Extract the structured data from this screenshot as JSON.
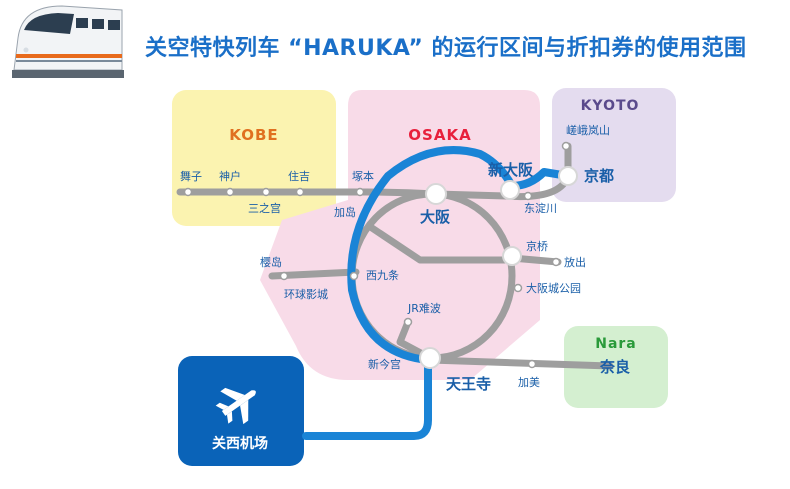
{
  "title": "关空特快列车 “HARUKA” 的运行区间与折扣券的使用范围",
  "regions": {
    "kobe": "KOBE",
    "osaka": "OSAKA",
    "kyoto": "KYOTO",
    "nara": "Nara"
  },
  "airport": {
    "label": "关西机场",
    "icon": "airplane-icon"
  },
  "stations": {
    "maiko": "舞子",
    "kobe": "神户",
    "sannomiya": "三之宫",
    "sumiyoshi": "住吉",
    "tsukamoto": "塚本",
    "kashima": "加岛",
    "osaka": "大阪",
    "shin_osaka": "新大阪",
    "higashi_yodogawa": "东淀川",
    "kyoto": "京都",
    "arashiyama": "嵯峨岚山",
    "sakurajima": "樱岛",
    "universal_city": "环球影城",
    "nishikujo": "西九条",
    "kyobashi": "京桥",
    "hanaten": "放出",
    "osakajokoen": "大阪城公园",
    "jr_namba": "JR难波",
    "shin_imamiya": "新今宫",
    "tennoji": "天王寺",
    "kami": "加美",
    "nara": "奈良"
  },
  "colors": {
    "haruka_line": "#1a84d6",
    "jr_line": "#9e9e9e",
    "kobe_bg": "#fbf3b0",
    "osaka_bg": "#f8dbe8",
    "kyoto_bg": "#e4dcef",
    "nara_bg": "#d4efd0",
    "airport_bg": "#0a63b8",
    "region_kobe_text": "#e07020",
    "region_osaka_text": "#e8203c",
    "region_kyoto_text": "#5a4a8c",
    "region_nara_text": "#2a9a3a"
  }
}
